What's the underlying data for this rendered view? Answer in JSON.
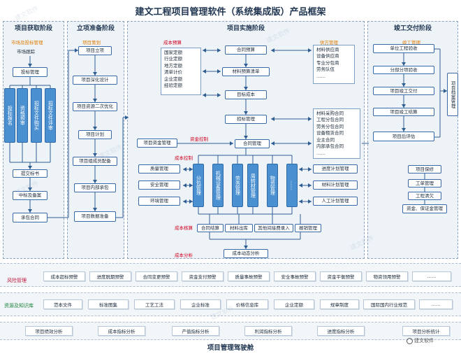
{
  "title": "建文工程项目管理软件（系统集成版）产品框架",
  "phases": {
    "p1": {
      "title": "项目获取阶段",
      "sub": "市场及投标管理"
    },
    "p2": {
      "title": "立项准备阶段",
      "sub": "项目策划"
    },
    "p3": {
      "title": "项目实施阶段"
    },
    "p4": {
      "title": "竣工交付阶段",
      "sub": "竣工管理"
    }
  },
  "p1": {
    "market": "市场跟踪",
    "bid_mgmt": "投标管理",
    "bid_cols": [
      "投标报名",
      "资格预审",
      "招标文件购买",
      "招标文件评审"
    ],
    "bid_letter": "提交标书",
    "win": "中标及备案",
    "contract": "承包合同"
  },
  "p2": [
    "项目立项",
    "项目深化设计",
    "项目资源二次优化",
    "项目计划",
    "项目组成员配备",
    "项目内部承包",
    "项目数据准备"
  ],
  "p3": {
    "cost_est": "成本预算",
    "supplier_label": "供方管理",
    "quota_list": [
      "国家定额",
      "行业定额",
      "地方定额",
      "清单计价",
      "企业定额",
      "经验定额"
    ],
    "flow": [
      "合同预算",
      "材料预算清单",
      "目标成本",
      "招标管理",
      "合同管理"
    ],
    "supplier_list": [
      "材料供应商",
      "设备供应商",
      "专业分包商",
      "劳务队伍",
      "……"
    ],
    "contract_list": [
      "材料采购合同",
      "工程分包合同",
      "劳务分包合同",
      "设备租赁合同",
      "业主合同",
      "内部承包合同",
      "……"
    ],
    "fund_control": "资金控制",
    "fund_mgmt": "项目资金管理",
    "cost_control": "成本控制",
    "left_boxes": [
      "质量管理",
      "安全管理",
      "环境管理"
    ],
    "blue_cols": [
      "分包管理",
      "机械设备管理",
      "劳务管理",
      "周转材管理",
      "物资管理",
      "……"
    ],
    "right_boxes": [
      "进度计划管理",
      "材料计划管理",
      "人工计划管理"
    ],
    "cost_check": "成本核算",
    "check_boxes": [
      "合同结算",
      "材料出库",
      "其他间接费录入",
      "报销管理"
    ],
    "cost_analysis": "成本分析",
    "dynamic": "成本动态分析"
  },
  "p4": {
    "items": [
      "单位工程验收",
      "分部分项验收",
      "项目竣工交付",
      "项目竣工结算",
      "项目后评估"
    ],
    "archive": "项目档案管理",
    "warranty": [
      "项目保修",
      "工单管理",
      "工程清欠",
      "资金、保证金管理"
    ]
  },
  "risk": {
    "label": "风险管理",
    "items": [
      "成本超标预警",
      "进度脱期预警",
      "合同变更预警",
      "资金支付预警",
      "质量事故预警",
      "安全事故预警",
      "资金平衡预警",
      "物资领用预警",
      "……"
    ]
  },
  "knowledge": {
    "label": "资源及知识库",
    "items": [
      "范本文件",
      "标准图集",
      "工艺工法",
      "企业标准",
      "价格信息库",
      "企业定额",
      "规章制度",
      "国际国内行业规范",
      "……"
    ]
  },
  "analysis": {
    "items": [
      "项目绩效分析",
      "成本指标分析",
      "产值指标分析",
      "利润指标分析",
      "进度指标分析",
      "项目分析统计"
    ]
  },
  "footer": "项目管理驾驶舱",
  "logo": "建文软件",
  "watermark": "建文软件",
  "colors": {
    "primary": "#3a6aa5",
    "accent_red": "#d2001f",
    "accent_orange": "#e07a00",
    "blue_fill": "#4a8fd0"
  }
}
